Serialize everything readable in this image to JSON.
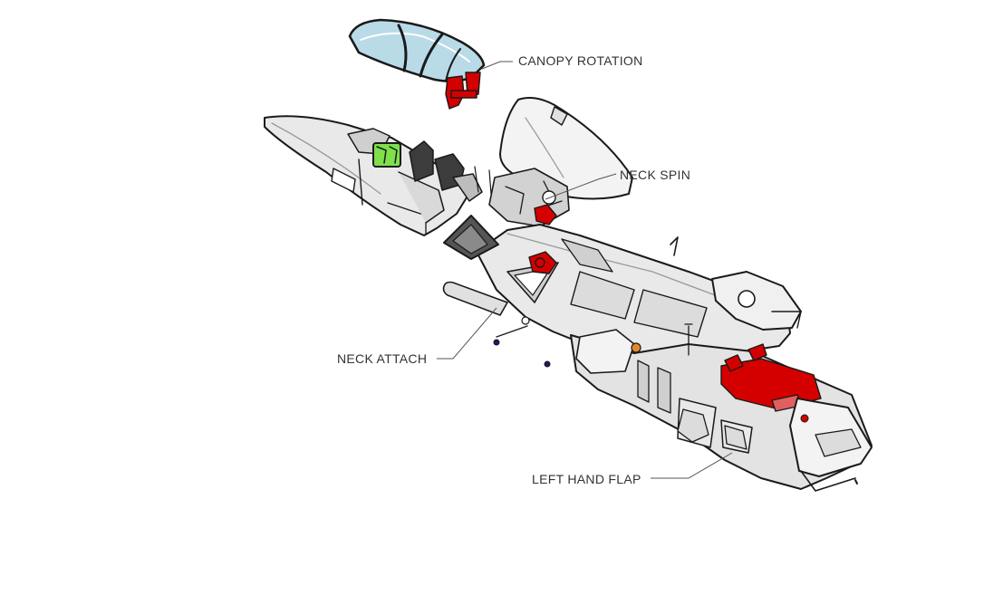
{
  "labels": {
    "canopy_rotation": "CANOPY ROTATION",
    "neck_spin": "NECK SPIN",
    "neck_attach": "NECK ATTACH",
    "left_hand_flap": "LEFT HAND FLAP"
  },
  "colors": {
    "background": "#ffffff",
    "outline": "#1a1a1a",
    "body_light": "#e9e9e9",
    "body_mid": "#cfcfcf",
    "body_dark": "#9a9a9a",
    "highlight_red": "#d40000",
    "glass": "#b9dbe8",
    "screen_green": "#7ee04a",
    "seat_dark": "#3c3c3c",
    "label_text": "#333333",
    "leader_line": "#555555"
  }
}
